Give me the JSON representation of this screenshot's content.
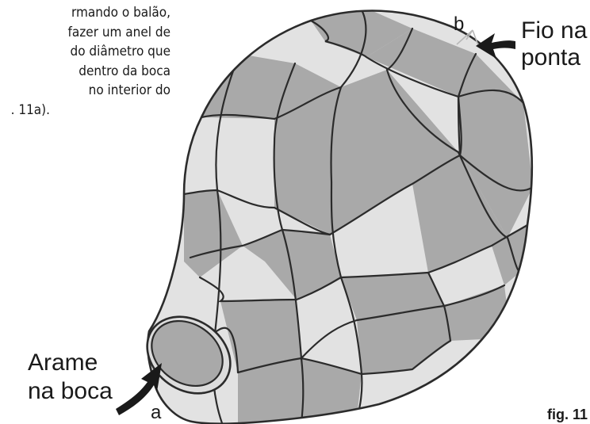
{
  "text_lines": [
    "rmando o balão,",
    "fazer um anel de",
    "do diâmetro que",
    "dentro da boca",
    "no interior do",
    ". 11a)."
  ],
  "labels": {
    "b": "b",
    "a": "a",
    "fio_na_ponta": [
      "Fio na",
      "ponta"
    ],
    "arame_na_boca": [
      "Arame",
      "na boca"
    ],
    "figure": "fig. 11"
  },
  "colors": {
    "panel_light": "#e2e2e2",
    "panel_dark": "#a9a9a9",
    "outline": "#2b2b2b",
    "wire": "#b8b8b8",
    "arrow": "#1a1a1a"
  }
}
